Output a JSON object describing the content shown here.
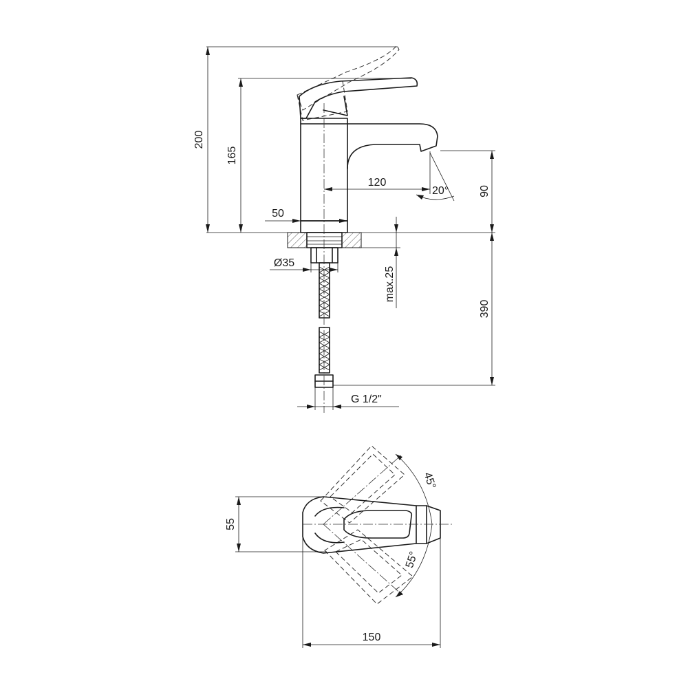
{
  "side_view": {
    "dim_total_height": "200",
    "dim_spout_height": "165",
    "dim_spout_reach": "120",
    "dim_body_width": "50",
    "dim_spray_angle": "20°",
    "dim_outlet_height": "90",
    "dim_hole_diameter": "Ø35",
    "dim_max_countertop": "max.25",
    "dim_hose_length": "390",
    "dim_connection": "G 1/2\""
  },
  "top_view": {
    "dim_width": "55",
    "dim_length": "150",
    "angle_back": "45°",
    "angle_front": "55°"
  }
}
